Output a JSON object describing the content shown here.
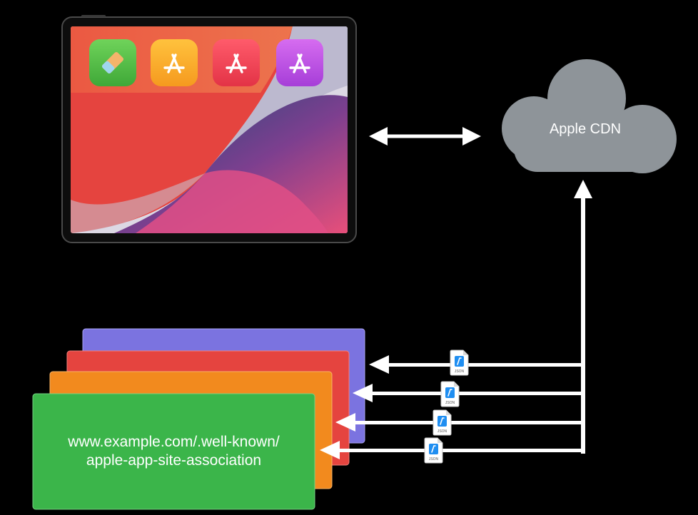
{
  "cloud": {
    "label": "Apple CDN",
    "color": "#8e9499"
  },
  "device": {
    "app_icons": [
      {
        "name": "green-app-icon",
        "colors": [
          "#6fd35a",
          "#3fa838"
        ]
      },
      {
        "name": "app-store-icon-orange",
        "colors": [
          "#ffc23d",
          "#f59a1f"
        ]
      },
      {
        "name": "app-store-icon-red",
        "colors": [
          "#ff5b6b",
          "#e33346"
        ]
      },
      {
        "name": "app-store-icon-purple",
        "colors": [
          "#d66cf0",
          "#a63ed8"
        ]
      }
    ]
  },
  "website": {
    "url_line1": "www.example.com/.well-known/",
    "url_line2": "apple-app-site-association",
    "card_colors": [
      "#7b73e0",
      "#e5443f",
      "#f28a1e",
      "#3bb54a"
    ]
  },
  "json_file": {
    "label": "JSON",
    "count": 4
  }
}
